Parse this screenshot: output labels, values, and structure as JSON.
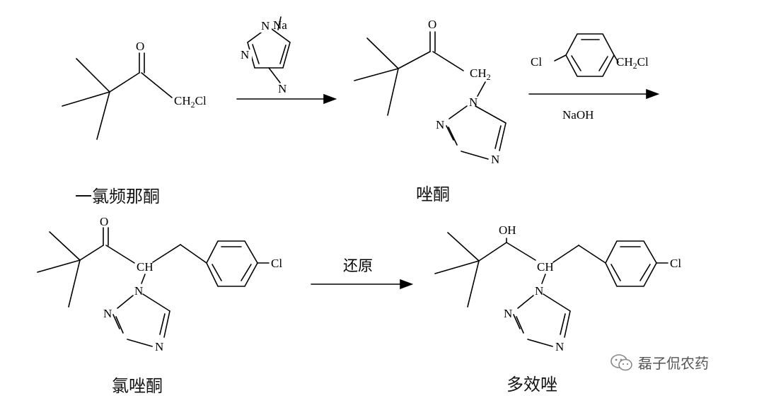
{
  "compounds": {
    "chloropinacolone": "一氯频那酮",
    "azole_ketone": "唑酮",
    "chloro_azole_ketone": "氯唑酮",
    "paclobutrazol": "多效唑"
  },
  "reagents": {
    "step2_catalyst": "NaOH",
    "step3_reduction": "还原"
  },
  "atoms": {
    "O": "O",
    "N": "N",
    "Na": "Na",
    "Cl": "Cl",
    "OH": "OH",
    "CH": "CH",
    "CH2Cl_main": "CH",
    "CH2Cl_sub": "2",
    "CH2Cl_tail": "Cl",
    "CH2": "CH",
    "CH2_sub": "2"
  },
  "watermark": {
    "text": "磊子侃农药",
    "icon": "wechat-icon"
  }
}
